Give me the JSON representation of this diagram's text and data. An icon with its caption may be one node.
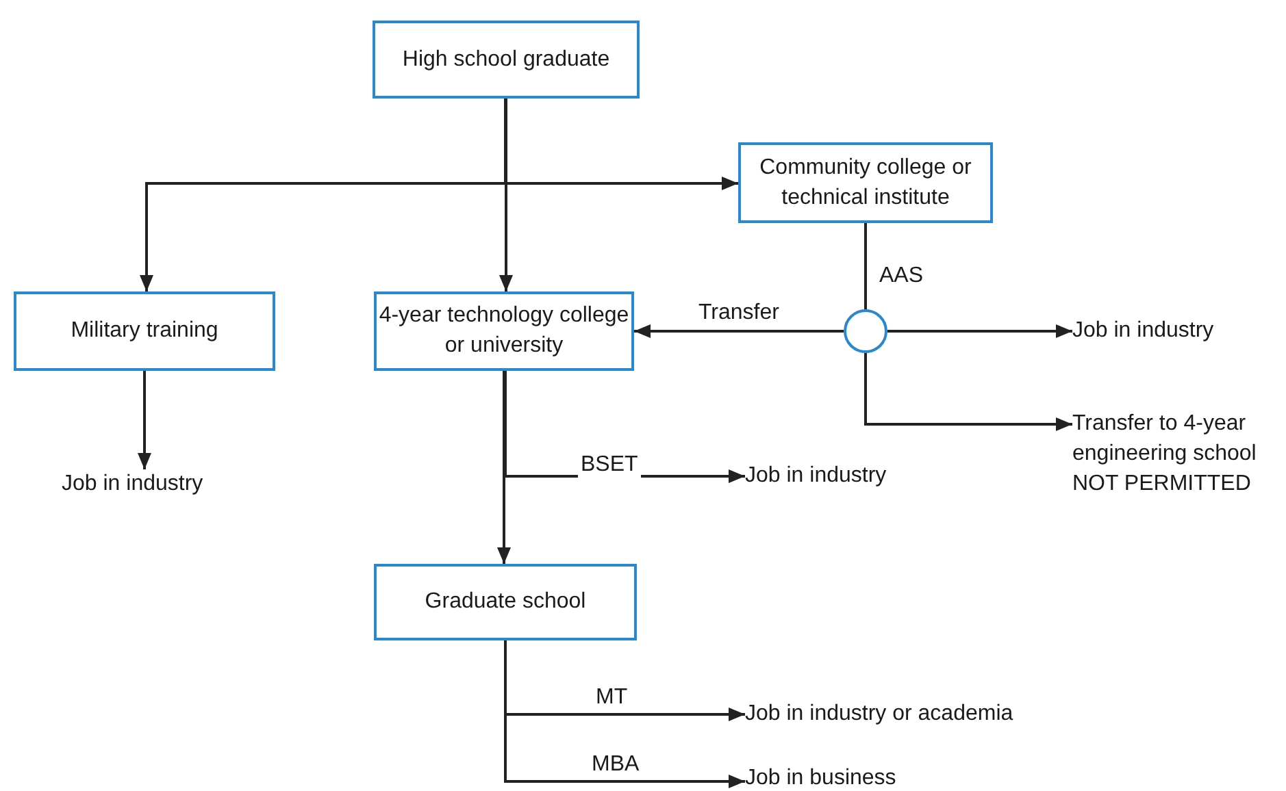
{
  "diagram": {
    "nodes": [
      {
        "text": [
          "High school graduate"
        ]
      },
      {
        "text": [
          "Community college or technical institute"
        ]
      },
      {
        "text": [
          "Military training"
        ]
      },
      {
        "text": [
          "4-year technology college or university"
        ]
      },
      {
        "text": [],
        "shape": "circle"
      },
      {
        "text": [
          "Job in industry"
        ]
      },
      {
        "text": [
          "Transfer to 4-year engineering school",
          "NOT PERMITTED"
        ]
      },
      {
        "text": [
          "Job in industry"
        ]
      },
      {
        "text": [
          "Job in industry"
        ]
      },
      {
        "text": [
          "Graduate school"
        ]
      },
      {
        "text": [
          "Job in industry or academia"
        ]
      },
      {
        "text": [
          "Job in business"
        ]
      }
    ],
    "edges": [
      {
        "from": 0,
        "to": 3,
        "arrow": "to"
      },
      {
        "from": 0,
        "to": 1,
        "arrow": "to"
      },
      {
        "from": 0,
        "to": 2,
        "arrow": "to"
      },
      {
        "from": 1,
        "to": 4,
        "arrow": "none",
        "label": "AAS"
      },
      {
        "from": 4,
        "to": 3,
        "arrow": "to",
        "label": "Transfer"
      },
      {
        "from": 4,
        "to": 5,
        "arrow": "to"
      },
      {
        "from": 4,
        "to": 6,
        "arrow": "to"
      },
      {
        "from": 2,
        "to": 7,
        "arrow": "to"
      },
      {
        "from": 3,
        "to": 8,
        "arrow": "to",
        "label": "BSET"
      },
      {
        "from": 3,
        "to": 9,
        "arrow": "to"
      },
      {
        "from": 9,
        "to": 10,
        "arrow": "to",
        "label": "MT"
      },
      {
        "from": 9,
        "to": 11,
        "arrow": "to",
        "label": "MBA"
      }
    ]
  }
}
